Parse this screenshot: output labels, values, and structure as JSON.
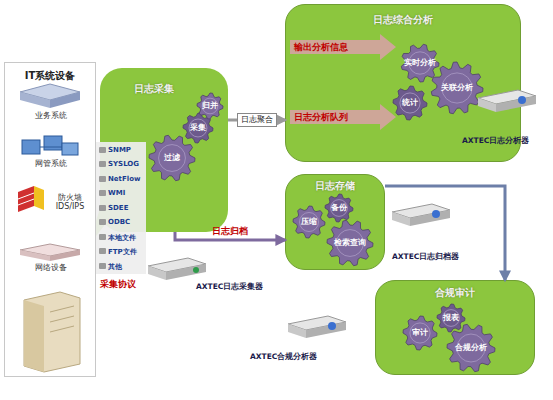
{
  "diagram": {
    "nodes": [
      {
        "text": [
          "IT系统设备"
        ]
      },
      {
        "text": [
          "业务系统"
        ],
        "in": 0
      },
      {
        "text": [
          "网管系统"
        ],
        "in": 0
      },
      {
        "text": [
          "防火墙 IDS/IPS"
        ],
        "in": 0
      },
      {
        "text": [
          "网络设备"
        ],
        "in": 0
      },
      {
        "text": [
          "日志采集"
        ]
      },
      {
        "text": [
          "过滤"
        ],
        "in": 5
      },
      {
        "text": [
          "采集"
        ],
        "in": 5
      },
      {
        "text": [
          "归并"
        ],
        "in": 5
      },
      {
        "text": [
          "日志综合分析"
        ]
      },
      {
        "text": [
          "实时分析"
        ],
        "in": 9
      },
      {
        "text": [
          "统计"
        ],
        "in": 9
      },
      {
        "text": [
          "关联分析"
        ],
        "in": 9
      },
      {
        "text": [
          "日志存储"
        ]
      },
      {
        "text": [
          "压缩"
        ],
        "in": 13
      },
      {
        "text": [
          "备份"
        ],
        "in": 13
      },
      {
        "text": [
          "检索查询"
        ],
        "in": 13
      },
      {
        "text": [
          "合规审计"
        ]
      },
      {
        "text": [
          "审计"
        ],
        "in": 17
      },
      {
        "text": [
          "报表"
        ],
        "in": 17
      },
      {
        "text": [
          "合规分析"
        ],
        "in": 17
      }
    ],
    "edges": [
      {
        "from": 5,
        "to": 9,
        "label": "日志聚合",
        "arrow": "to"
      },
      {
        "from": 5,
        "to": 13,
        "label": "日志归档",
        "arrow": "to"
      },
      {
        "from": 13,
        "to": 17,
        "arrow": "to"
      }
    ],
    "labels": [
      "SNMP",
      "SYSLOG",
      "NetFlow",
      "WMI",
      "SDEE",
      "ODBC",
      "本地文件",
      "FTP文件",
      "其他",
      "采集协议",
      "AXTEC日志采集器",
      "输出分析信息",
      "日志分析队列",
      "AXTEC日志分析器",
      "AXTEC日志归档器",
      "AXTEC合规分析器"
    ]
  }
}
